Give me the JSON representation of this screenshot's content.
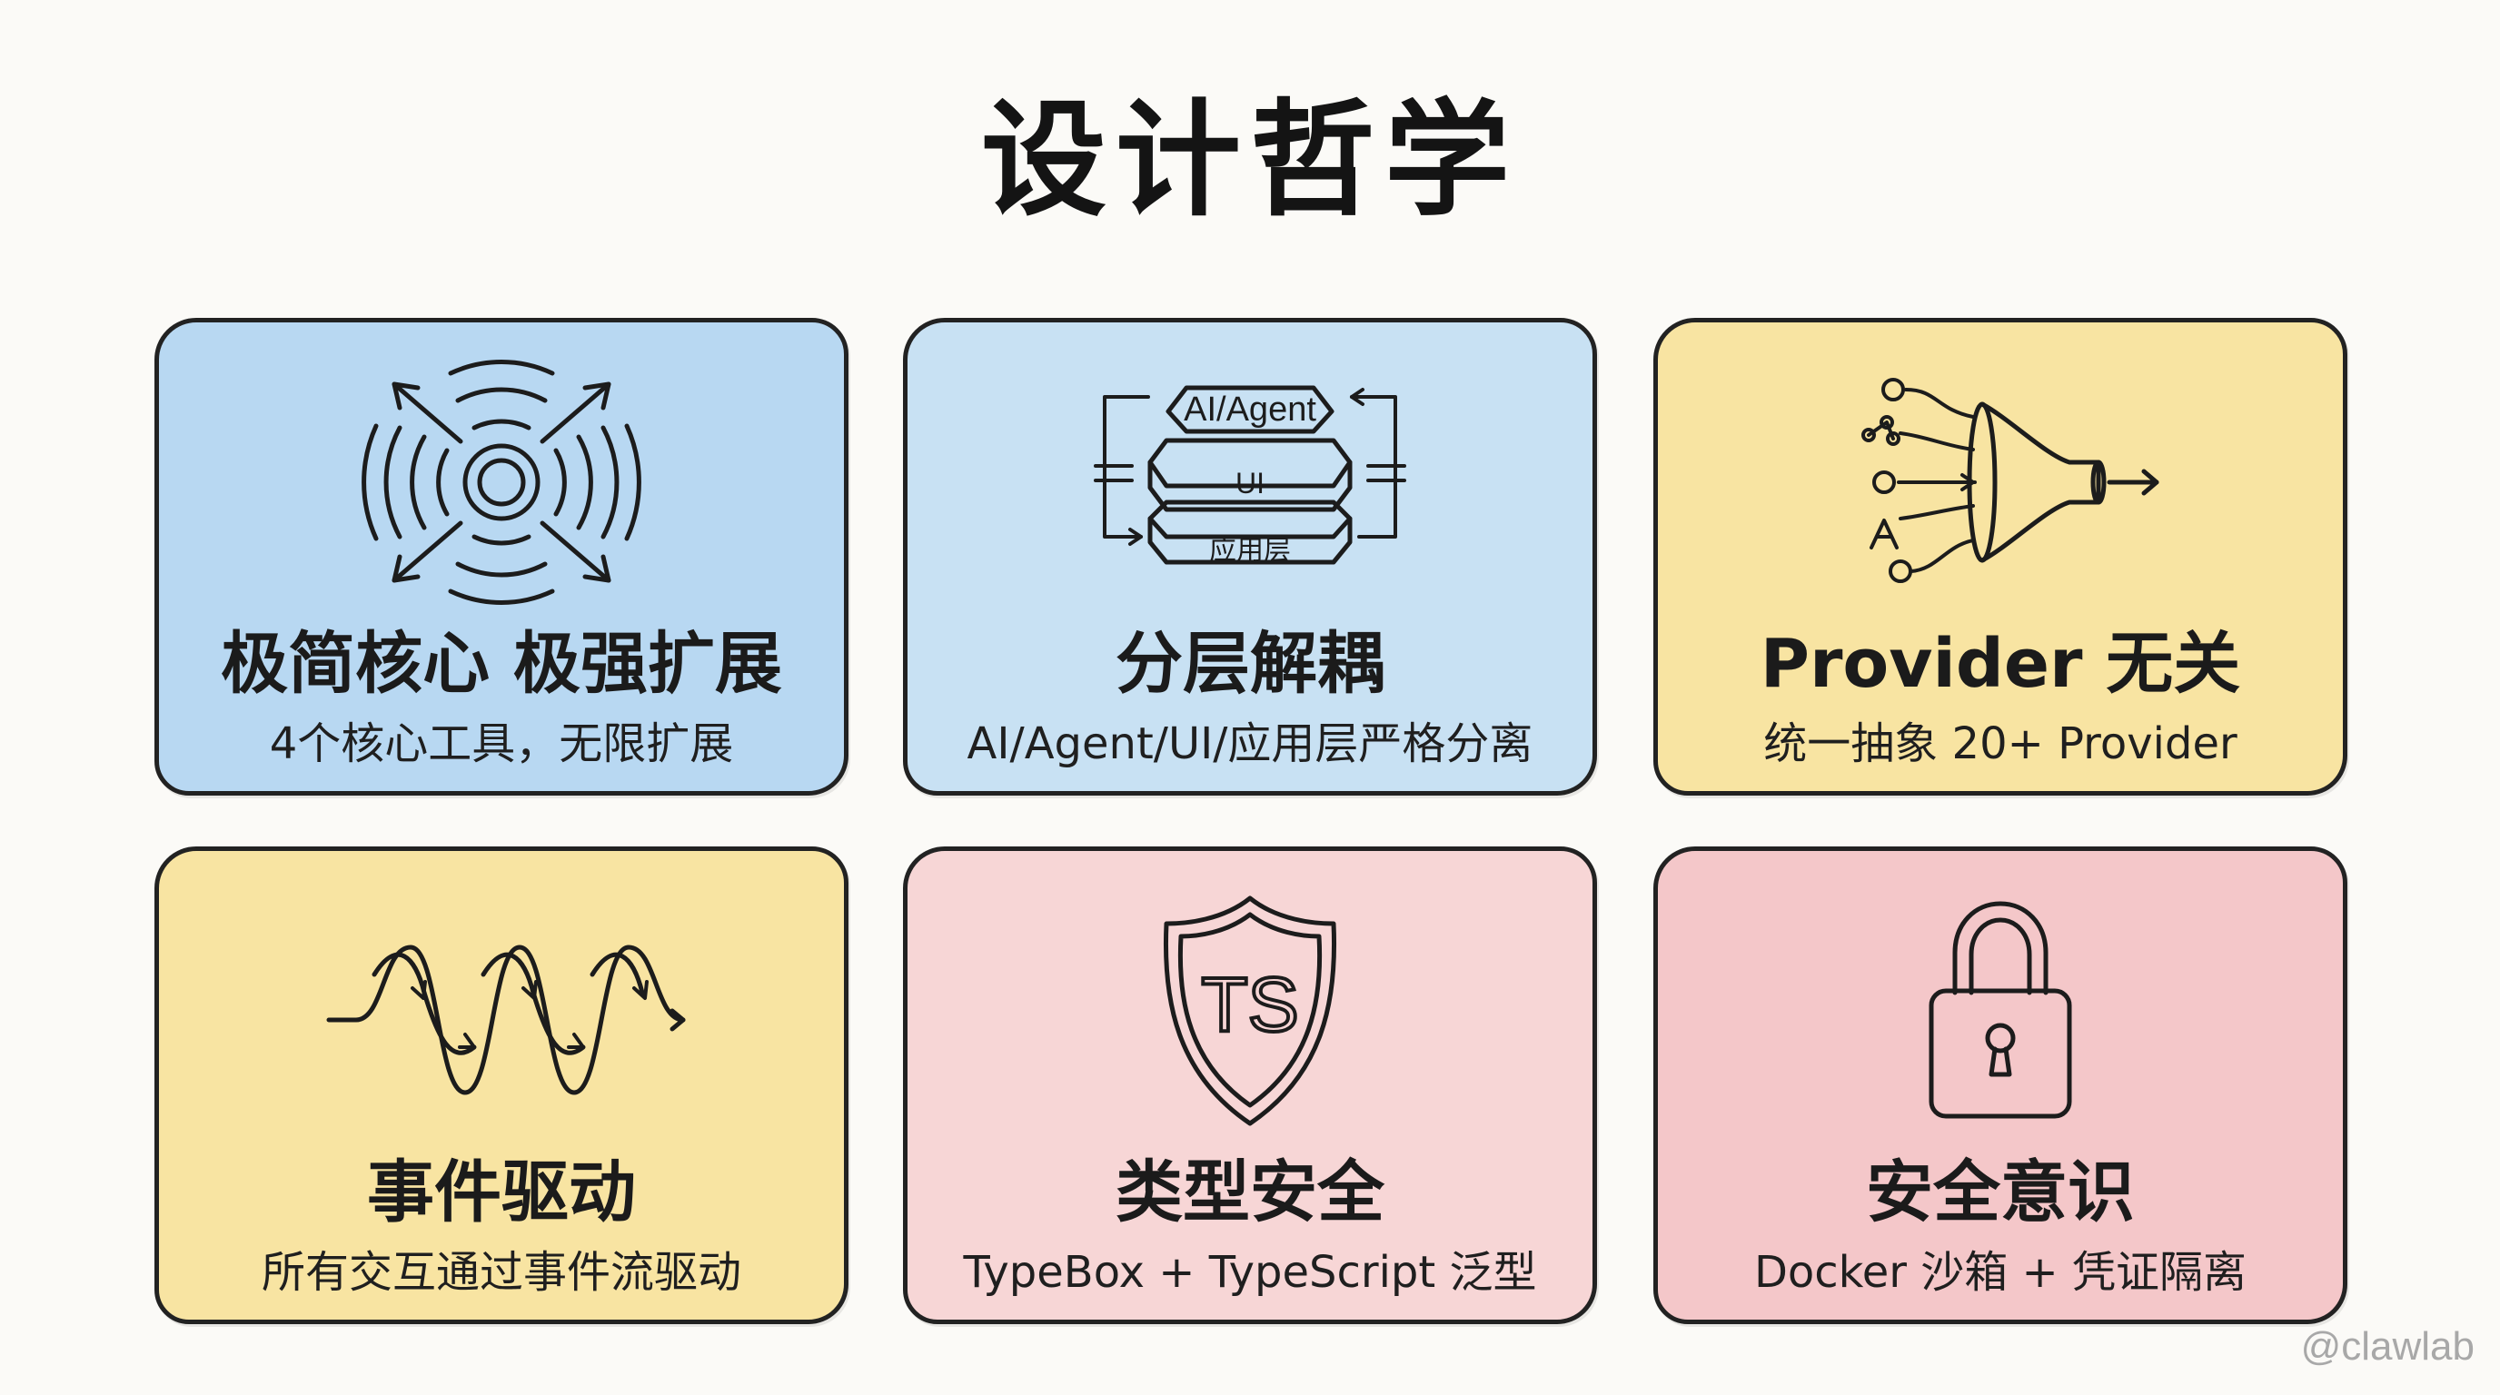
{
  "title": "设计哲学",
  "cards": [
    {
      "title": "极简核心 极强扩展",
      "desc": "4个核心工具，无限扩展",
      "icon": "radiating-core-icon",
      "color": "#b8d8f2"
    },
    {
      "title": "分层解耦",
      "desc": "AI/Agent/UI/应用层严格分离",
      "icon": "layer-stack-icon",
      "color": "#c8e1f3",
      "layers": [
        "AI/Agent",
        "UI",
        "应用层"
      ]
    },
    {
      "title": "Provider 无关",
      "desc": "统一抽象 20+ Provider",
      "icon": "funnel-icon",
      "color": "#f8e4a2"
    },
    {
      "title": "事件驱动",
      "desc": "所有交互通过事件流驱动",
      "icon": "event-wave-icon",
      "color": "#f8e4a2"
    },
    {
      "title": "类型安全",
      "desc": "TypeBox + TypeScript 泛型",
      "icon": "ts-shield-icon",
      "color": "#f7d6d6",
      "badge": "TS"
    },
    {
      "title": "安全意识",
      "desc": "Docker 沙箱 + 凭证隔离",
      "icon": "padlock-icon",
      "color": "#f4c7c9"
    }
  ],
  "watermark": "@clawlab"
}
